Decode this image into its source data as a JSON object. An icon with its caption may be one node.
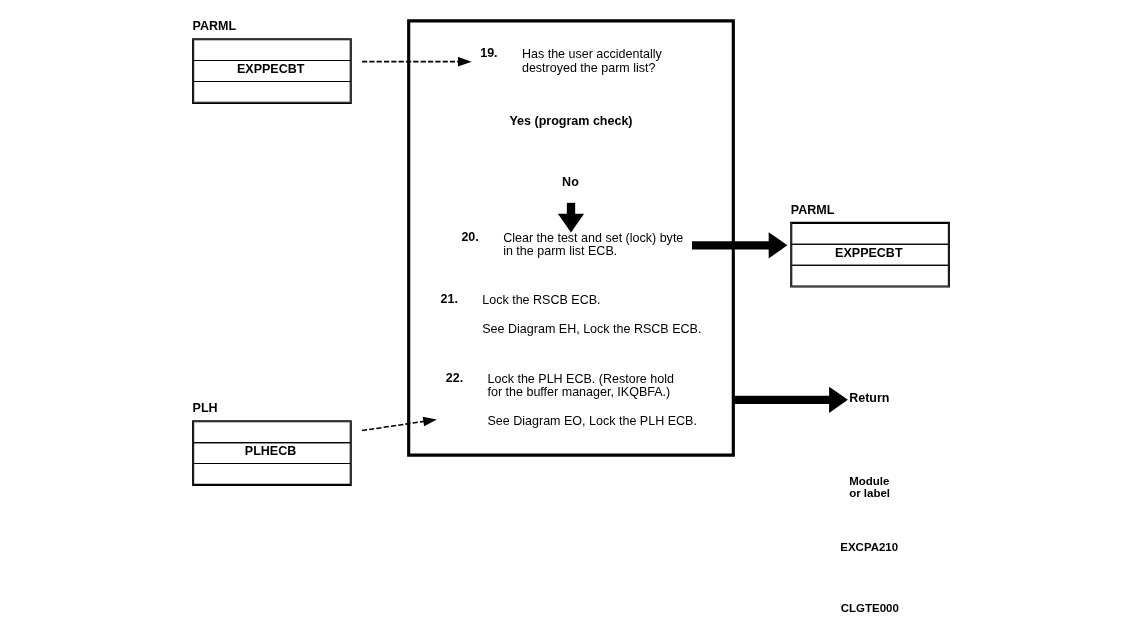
{
  "diagram": {
    "nodes": [
      {
        "text": [
          "PARML",
          "EXPPECBT"
        ]
      },
      {
        "text": [],
        "shape": "box"
      },
      {
        "text": [
          "19.",
          "Has the user accidentally destroyed the parm list?"
        ],
        "in": 1
      },
      {
        "text": [
          "No"
        ],
        "in": 1
      },
      {
        "text": [
          "Yes (program check)"
        ],
        "in": 1
      },
      {
        "text": [
          "20.",
          "Clear the test and set (lock) byte in the parm list ECB."
        ],
        "in": 1
      },
      {
        "text": [
          "21.",
          "Lock the RSCB ECB.",
          "See Diagram EH, Lock the RSCB ECB."
        ],
        "in": 1
      },
      {
        "text": [
          "22.",
          "Lock the PLH ECB. (Restore hold for the buffer manager, IKQBFA.)",
          "See Diagram EO, Lock the PLH ECB."
        ],
        "in": 1
      },
      {
        "text": [
          "PARML",
          "EXPPECBT"
        ]
      },
      {
        "text": [
          "PLH",
          "PLHECB"
        ]
      },
      {
        "text": [
          "Return"
        ]
      }
    ],
    "edges": [
      {
        "from": 0,
        "to": 2,
        "arrow": "to",
        "style": "dashed"
      },
      {
        "from": 3,
        "to": 5,
        "arrow": "to"
      },
      {
        "from": 5,
        "to": 8,
        "arrow": "to"
      },
      {
        "from": 9,
        "to": 7,
        "arrow": "to",
        "style": "dashed"
      },
      {
        "from": 1,
        "to": 10,
        "arrow": "to"
      }
    ],
    "labels": [
      "Module or label",
      "EXCPA210",
      "CLGTE000"
    ]
  }
}
